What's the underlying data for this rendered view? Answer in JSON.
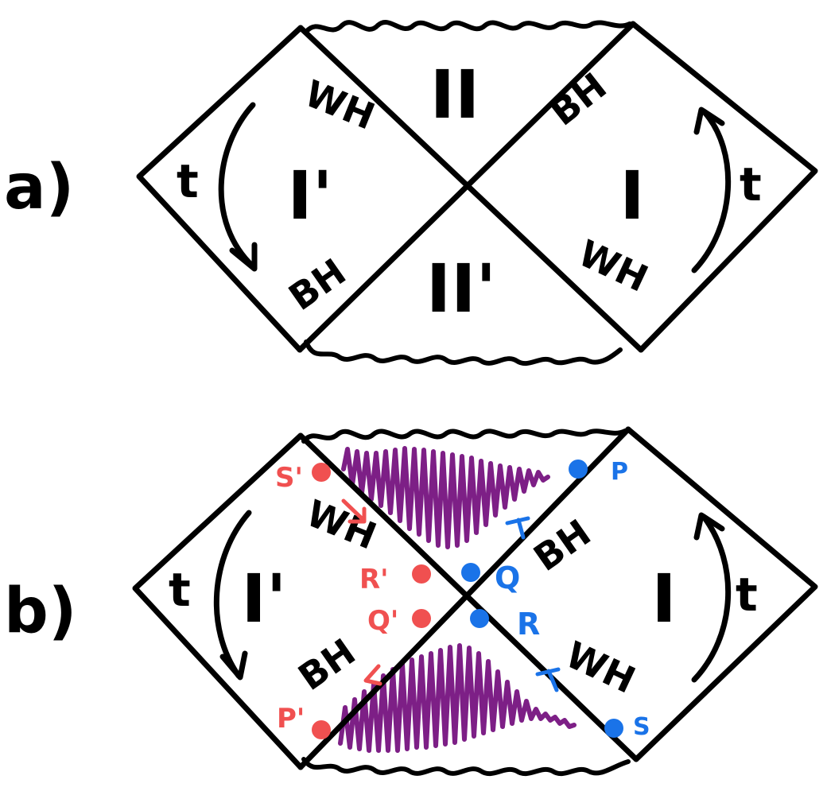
{
  "colors": {
    "ink": "#000000",
    "blue": "#1a73e8",
    "red": "#f05050",
    "purple": "#7d1f86"
  },
  "panel_a": {
    "label": "a)",
    "region_I": "I",
    "region_I_prime": "I'",
    "region_II": "II",
    "region_II_prime": "II'",
    "time_left": "t",
    "time_right": "t",
    "horizon_wh_upper_left": "WH",
    "horizon_bh_lower_left": "BH",
    "horizon_bh_upper_right": "BH",
    "horizon_wh_lower_right": "WH"
  },
  "panel_b": {
    "label": "b)",
    "region_I": "I",
    "region_I_prime": "I'",
    "time_left": "t",
    "time_right": "t",
    "horizon_wh_left": "WH",
    "horizon_bh_left": "BH",
    "horizon_bh_right": "BH",
    "horizon_wh_right": "WH",
    "points_blue": [
      "P",
      "Q",
      "R",
      "S"
    ],
    "points_red": [
      "S'",
      "R'",
      "Q'",
      "P'"
    ]
  }
}
